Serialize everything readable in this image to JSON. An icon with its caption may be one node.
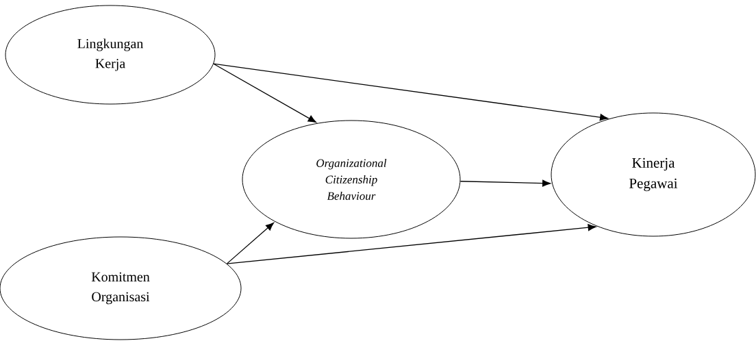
{
  "diagram": {
    "nodes": [
      {
        "text": [
          "Lingkungan Kerja"
        ]
      },
      {
        "text": [
          "Organizational Citizenship Behaviour"
        ]
      },
      {
        "text": [
          "Kinerja Pegawai"
        ]
      },
      {
        "text": [
          "Komitmen Organisasi"
        ]
      }
    ],
    "edges": [
      {
        "from": 0,
        "to": 1,
        "arrow": "to"
      },
      {
        "from": 0,
        "to": 2,
        "arrow": "to"
      },
      {
        "from": 1,
        "to": 2,
        "arrow": "to"
      },
      {
        "from": 3,
        "to": 1,
        "arrow": "to"
      },
      {
        "from": 3,
        "to": 2,
        "arrow": "to"
      }
    ]
  }
}
